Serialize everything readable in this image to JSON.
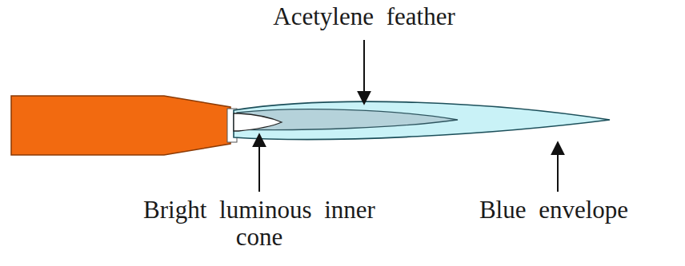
{
  "diagram": {
    "labels": [
      "Acetylene feather",
      "Bright luminous inner cone",
      "Blue envelope"
    ]
  }
}
